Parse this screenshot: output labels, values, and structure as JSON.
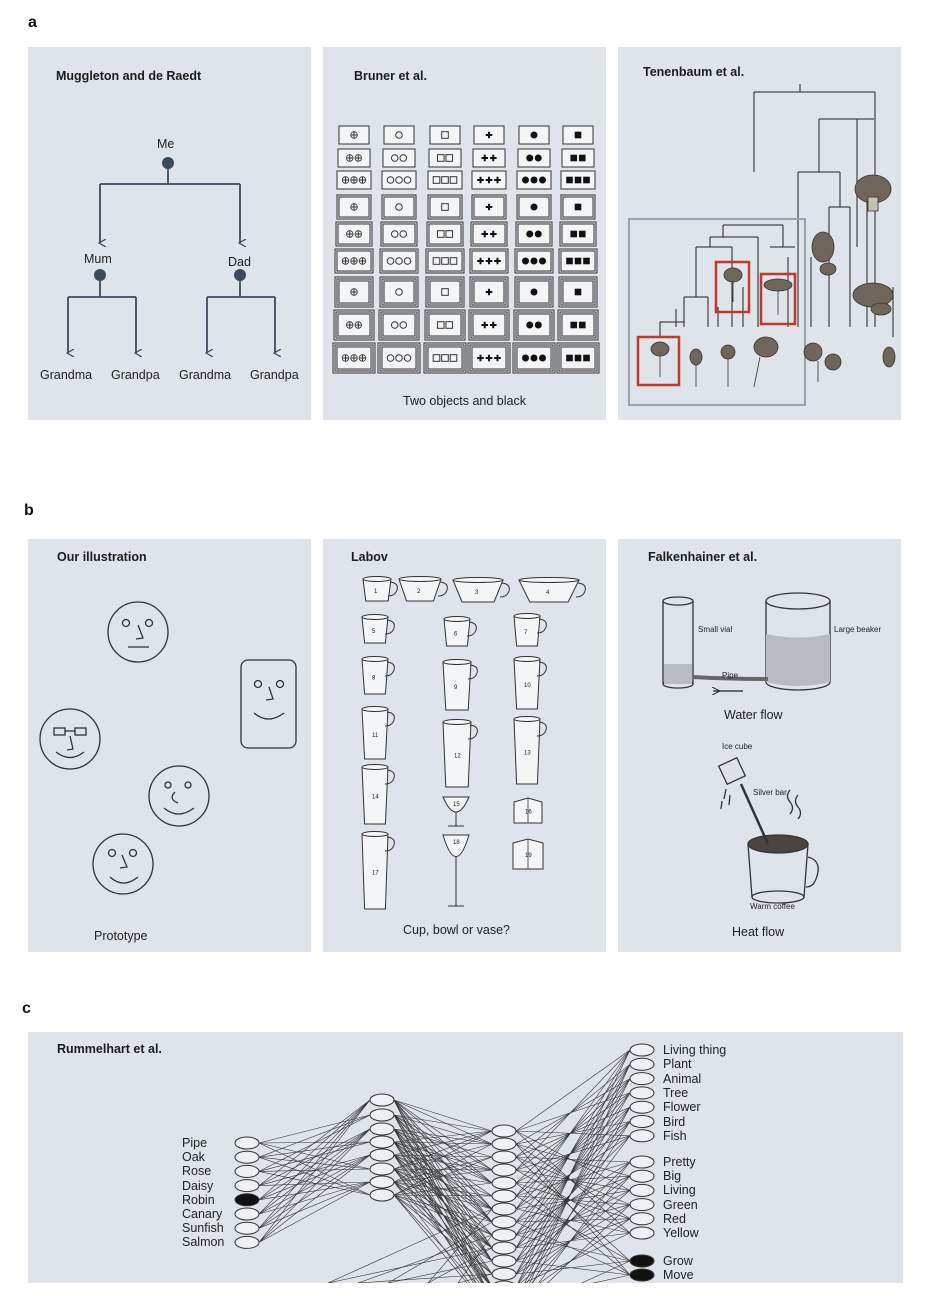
{
  "sections": {
    "a": "a",
    "b": "b",
    "c": "c"
  },
  "panel_a1": {
    "title": "Muggleton and de Raedt",
    "nodes": {
      "me": "Me",
      "mum": "Mum",
      "dad": "Dad"
    },
    "leaves": [
      "Grandma",
      "Grandpa",
      "Grandma",
      "Grandpa"
    ]
  },
  "panel_a2": {
    "title": "Bruner et al.",
    "caption": "Two objects and black"
  },
  "panel_a3": {
    "title": "Tenenbaum et al."
  },
  "panel_b1": {
    "title": "Our illustration",
    "caption": "Prototype"
  },
  "panel_b2": {
    "title": "Labov",
    "caption": "Cup, bowl or vase?",
    "cup_numbers": [
      "1",
      "2",
      "3",
      "4",
      "5",
      "6",
      "7",
      "8",
      "9",
      "10",
      "11",
      "12",
      "13",
      "14",
      "15",
      "16",
      "17",
      "18",
      "19"
    ]
  },
  "panel_b3": {
    "title": "Falkenhainer et al.",
    "labels": {
      "small_vial": "Small vial",
      "large_beaker": "Large beaker",
      "pipe": "Pipe",
      "water_flow": "Water flow",
      "ice_cube": "Ice cube",
      "silver_bar": "Silver bar",
      "warm_coffee": "Warm coffee",
      "heat_flow": "Heat flow"
    }
  },
  "panel_c": {
    "title": "Rummelhart et al.",
    "inputs": [
      "Pipe",
      "Oak",
      "Rose",
      "Daisy",
      "Robin",
      "Canary",
      "Sunfish",
      "Salmon"
    ],
    "active_input": "Robin",
    "outputs_isa": [
      "Living thing",
      "Plant",
      "Animal",
      "Tree",
      "Flower",
      "Bird",
      "Fish"
    ],
    "outputs_attr": [
      "Pretty",
      "Big",
      "Living",
      "Green",
      "Red",
      "Yellow"
    ],
    "outputs_can": [
      "Grow",
      "Move"
    ],
    "active_outputs": [
      "Grow",
      "Move"
    ]
  }
}
